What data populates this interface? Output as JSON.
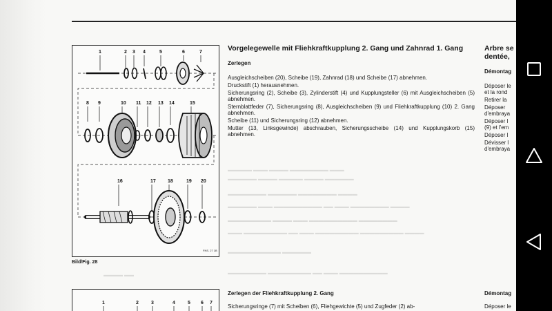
{
  "document": {
    "figure": {
      "caption": "Bild/Fig. 28",
      "callouts_row1": [
        "1",
        "2",
        "3",
        "4",
        "5",
        "6",
        "7"
      ],
      "callouts_row2": [
        "8",
        "9",
        "10",
        "11",
        "12",
        "13",
        "14",
        "15"
      ],
      "callouts_row3": [
        "16",
        "17",
        "18",
        "19",
        "20"
      ],
      "plate_code": "FNS. 27 1B",
      "callouts_fig2": [
        "1",
        "2",
        "3",
        "4",
        "5",
        "6",
        "7"
      ]
    },
    "section1": {
      "title": "Vorgelegewelle mit Fliehkraftkupplung 2. Gang und Zahnrad 1. Gang",
      "subtitle": "Zerlegen",
      "paragraphs": [
        "Ausgleichscheiben (20), Scheibe (19), Zahnrad (18) und Scheibe (17) abnehmen.",
        "Druckstift (1) herausnehmen.",
        "Sicherungsring (2), Scheibe (3), Zylinderstift (4) und Kupplungsteller (6) mit Ausgleichscheiben (5) abnehmen.",
        "Sternblattfeder (7), Sicherungsring (8), Ausgleichscheiben (9) und Fliehkraftkupplung (10) 2. Gang abnehmen.",
        "Scheibe (11) und Sicherungsring (12) abnehmen.",
        "Mutter (13, Linksgewinde) abschrauben, Sicherungsscheibe (14) und Kupplungskorb (15) abnehmen."
      ]
    },
    "section2": {
      "title": "Zerlegen der Fliehkraftkupplung 2. Gang",
      "paragraph": "Sicherungsringe (7) mit Scheiben (6), Fliehgewichte (5) und Zugfeder (2) ab-"
    },
    "right_column": {
      "title_lines": [
        "Arbre se",
        "dentée,"
      ],
      "subtitle": "Démontag",
      "lines": [
        [
          "Déposer le",
          "et la rond"
        ],
        [
          "Retirer la"
        ],
        [
          "Déposer",
          "d'embraya"
        ],
        [
          "Déposer l",
          "(9) et l'em"
        ],
        [
          "Déposer l"
        ],
        [
          "Dévisser l",
          "d'embraya"
        ]
      ],
      "section2_title": "Démontag",
      "section2_line": "Déposer le"
    }
  },
  "navbar": {
    "recent_icon": "square-outline-icon",
    "home_icon": "triangle-up-outline-icon",
    "back_icon": "triangle-left-outline-icon"
  }
}
